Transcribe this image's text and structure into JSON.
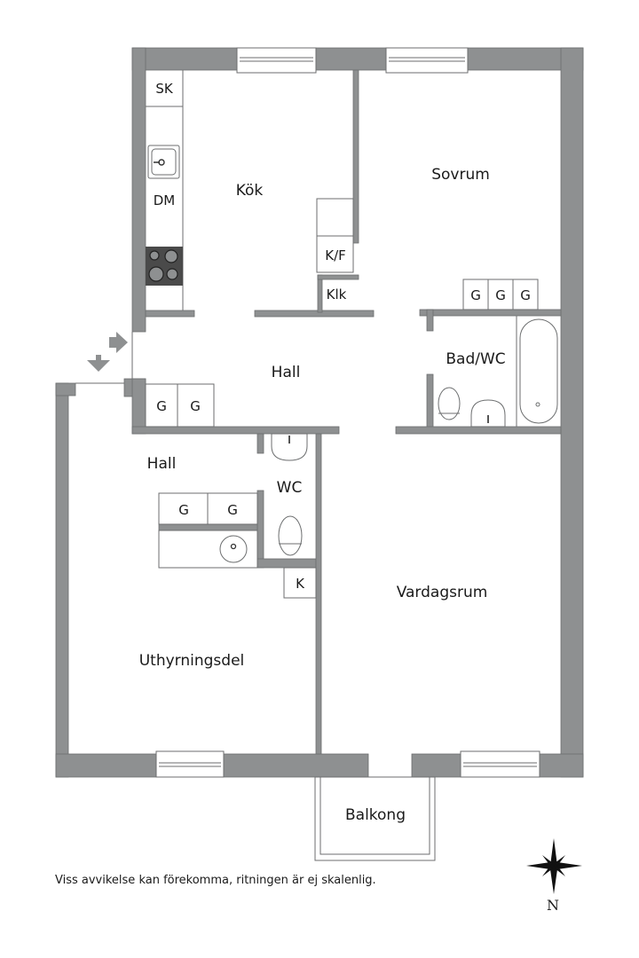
{
  "rooms": {
    "kok": "Kök",
    "sovrum": "Sovrum",
    "hall_main": "Hall",
    "bad_wc": "Bad/WC",
    "hall_rental": "Hall",
    "wc": "WC",
    "vardagsrum": "Vardagsrum",
    "uthyrningsdel": "Uthyrningsdel",
    "balkong": "Balkong"
  },
  "fixtures": {
    "sk": "SK",
    "dm": "DM",
    "kf": "K/F",
    "klk": "Klk",
    "k": "K",
    "wardrobe_sovrum": [
      "G",
      "G",
      "G"
    ],
    "wardrobe_hall": [
      "G",
      "G"
    ],
    "wardrobe_rental_hall": [
      "G",
      "G"
    ]
  },
  "compass": {
    "north_label": "N"
  },
  "footer": {
    "disclaimer": "Viss avvikelse kan förekomma, ritningen är ej skalenlig."
  },
  "colors": {
    "wall": "#8e9091",
    "outline": "#6c6e6f",
    "stove": "#4a4a4a"
  }
}
